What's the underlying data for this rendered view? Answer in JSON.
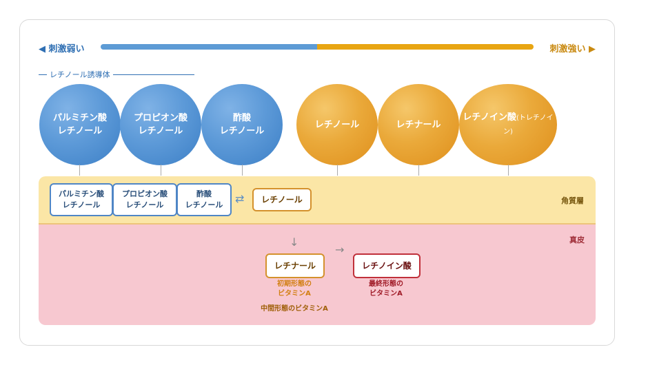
{
  "scale": {
    "left_label": "◀ 刺激弱い",
    "right_label": "刺激強い ▶"
  },
  "legend": {
    "label": "レチノール誘導体"
  },
  "circles": [
    {
      "line1": "パルミチン酸",
      "line2": "レチノール",
      "color": "blue"
    },
    {
      "line1": "プロピオン酸",
      "line2": "レチノール",
      "color": "blue"
    },
    {
      "line1": "酢酸",
      "line2": "レチノール",
      "color": "blue"
    },
    {
      "line1": "レチノール",
      "color": "orange"
    },
    {
      "line1": "レチナール",
      "color": "orange"
    },
    {
      "line1": "レチノイン酸",
      "sub": "(トレチノイン)",
      "color": "orange"
    }
  ],
  "stratum": {
    "label": "角質層",
    "boxes": [
      {
        "line1": "パルミチン酸",
        "line2": "レチノール"
      },
      {
        "line1": "プロピオン酸",
        "line2": "レチノール"
      },
      {
        "line1": "酢酸",
        "line2": "レチノール"
      }
    ],
    "exchange_symbol": "⇄",
    "retinol_box": "レチノール"
  },
  "dermis": {
    "label": "真皮",
    "down_arrow": "↓",
    "right_arrow": "→",
    "retinal_box": "レチナール",
    "retinal_note_line1": "初期形態の",
    "retinal_note_line2": "ビタミンA",
    "retinoic_box": "レチノイン酸",
    "retinoic_note_line1": "最終形態の",
    "retinoic_note_line2": "ビタミンA",
    "middle_note": "中間形態のビタミンA"
  },
  "colors": {
    "blue": "#5d9ad8",
    "orange": "#eaa93a",
    "stratum_bg": "#fbe6a6",
    "dermis_bg": "#f7c8d0",
    "red_accent": "#c0303a"
  }
}
